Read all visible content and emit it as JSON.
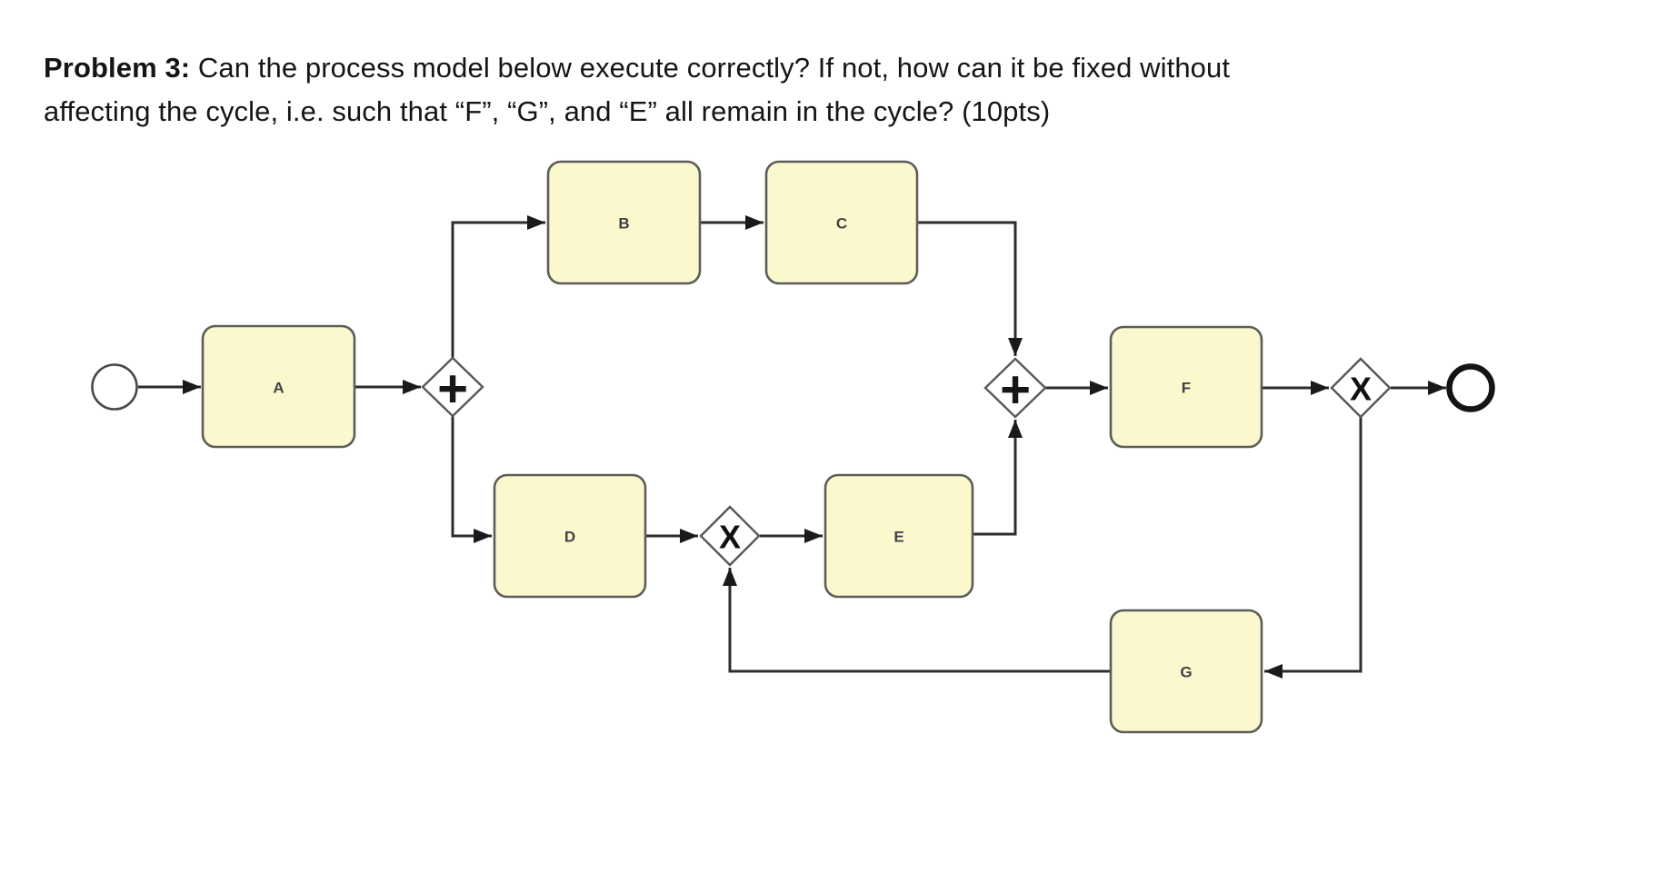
{
  "problem": {
    "label": "Problem 3:",
    "line1_rest": " Can the process model below execute correctly? If not, how can it be fixed without",
    "line2": "affecting the cycle, i.e. such that “F”, “G”, and “E” all remain in the cycle? (10pts)"
  },
  "diagram": {
    "type": "bpmn-process-model",
    "nodes": [
      {
        "id": "start",
        "type": "start-event"
      },
      {
        "id": "A",
        "type": "task",
        "label": "A"
      },
      {
        "id": "and-split",
        "type": "parallel-gateway",
        "symbol": "+"
      },
      {
        "id": "B",
        "type": "task",
        "label": "B"
      },
      {
        "id": "C",
        "type": "task",
        "label": "C"
      },
      {
        "id": "D",
        "type": "task",
        "label": "D"
      },
      {
        "id": "xor-loop",
        "type": "exclusive-gateway",
        "symbol": "X"
      },
      {
        "id": "E",
        "type": "task",
        "label": "E"
      },
      {
        "id": "and-join",
        "type": "parallel-gateway",
        "symbol": "+"
      },
      {
        "id": "F",
        "type": "task",
        "label": "F"
      },
      {
        "id": "xor-end",
        "type": "exclusive-gateway",
        "symbol": "X"
      },
      {
        "id": "G",
        "type": "task",
        "label": "G"
      },
      {
        "id": "end",
        "type": "end-event"
      }
    ],
    "flows": [
      "start→A",
      "A→and-split",
      "and-split→B",
      "B→C",
      "C→and-join",
      "and-split→D",
      "D→xor-loop",
      "xor-loop→E",
      "E→and-join",
      "and-join→F",
      "F→xor-end",
      "xor-end→end",
      "xor-end→G",
      "G→xor-loop"
    ],
    "colors": {
      "task_fill": "#FBF8CE",
      "task_border": "#5c5d58",
      "flow_line": "#2d2d2d",
      "gateway_fill": "#ffffff",
      "background": "#ffffff"
    }
  }
}
